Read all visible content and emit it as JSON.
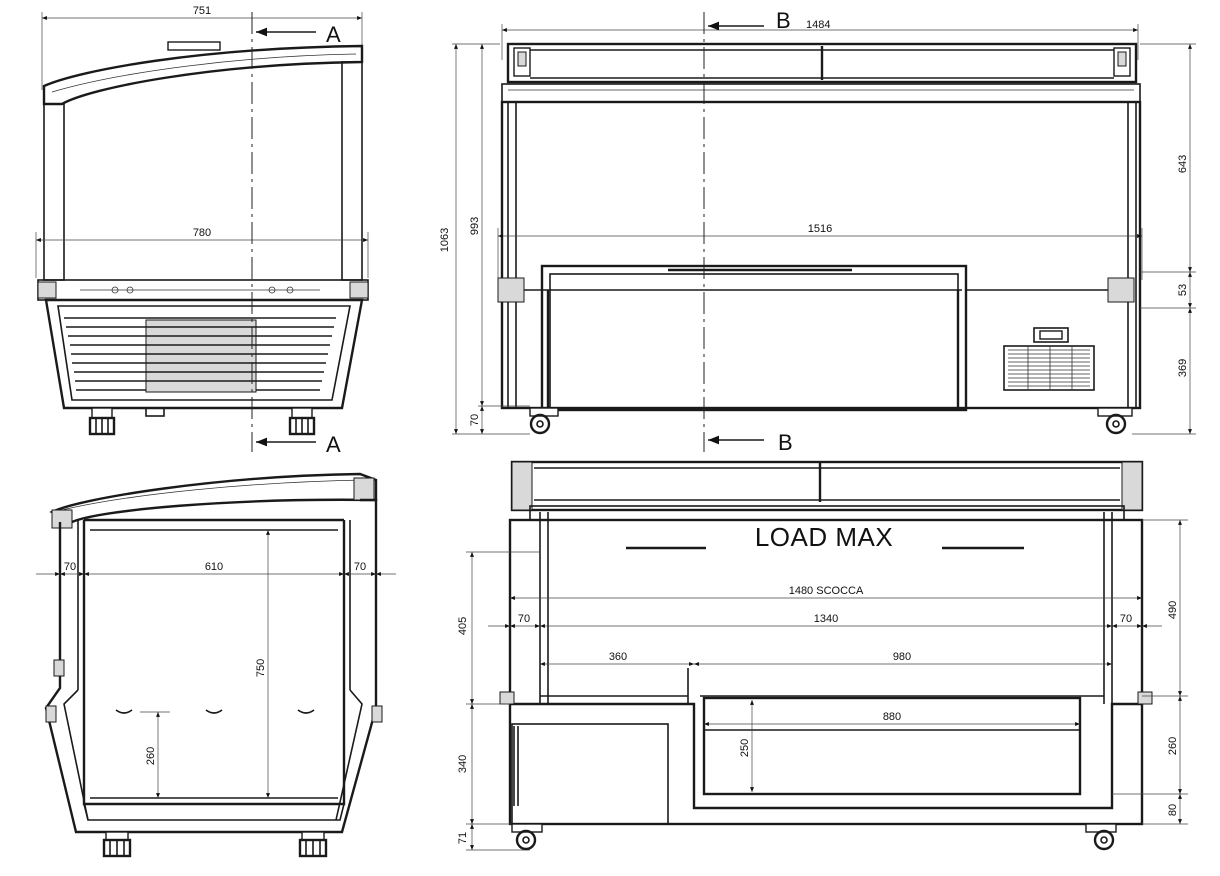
{
  "section_markers": {
    "a_top": "A",
    "a_bottom": "A",
    "b_top": "B",
    "b_bottom": "B"
  },
  "front_view": {
    "width_outer": "1484",
    "width_total": "1516",
    "height_total": "1063",
    "height_body": "993",
    "foot_height": "70",
    "lid_height": "643",
    "rail_height": "53",
    "base_height": "369"
  },
  "side_view": {
    "depth_top": "751",
    "depth_total": "780"
  },
  "side_section": {
    "left_wall": "70",
    "inner_depth": "610",
    "right_wall": "70",
    "inner_height": "750",
    "basket_height": "260"
  },
  "front_section": {
    "load_label": "LOAD MAX",
    "scocca_width": "1480 SCOCCA",
    "left_wall": "70",
    "inner_width": "1340",
    "right_wall": "70",
    "step_width": "360",
    "well_width": "980",
    "basket_width": "880",
    "basket_height": "250",
    "upper_depth": "405",
    "lower_depth": "340",
    "foot": "71",
    "right_upper": "490",
    "right_lower": "260",
    "right_bottom": "80"
  }
}
